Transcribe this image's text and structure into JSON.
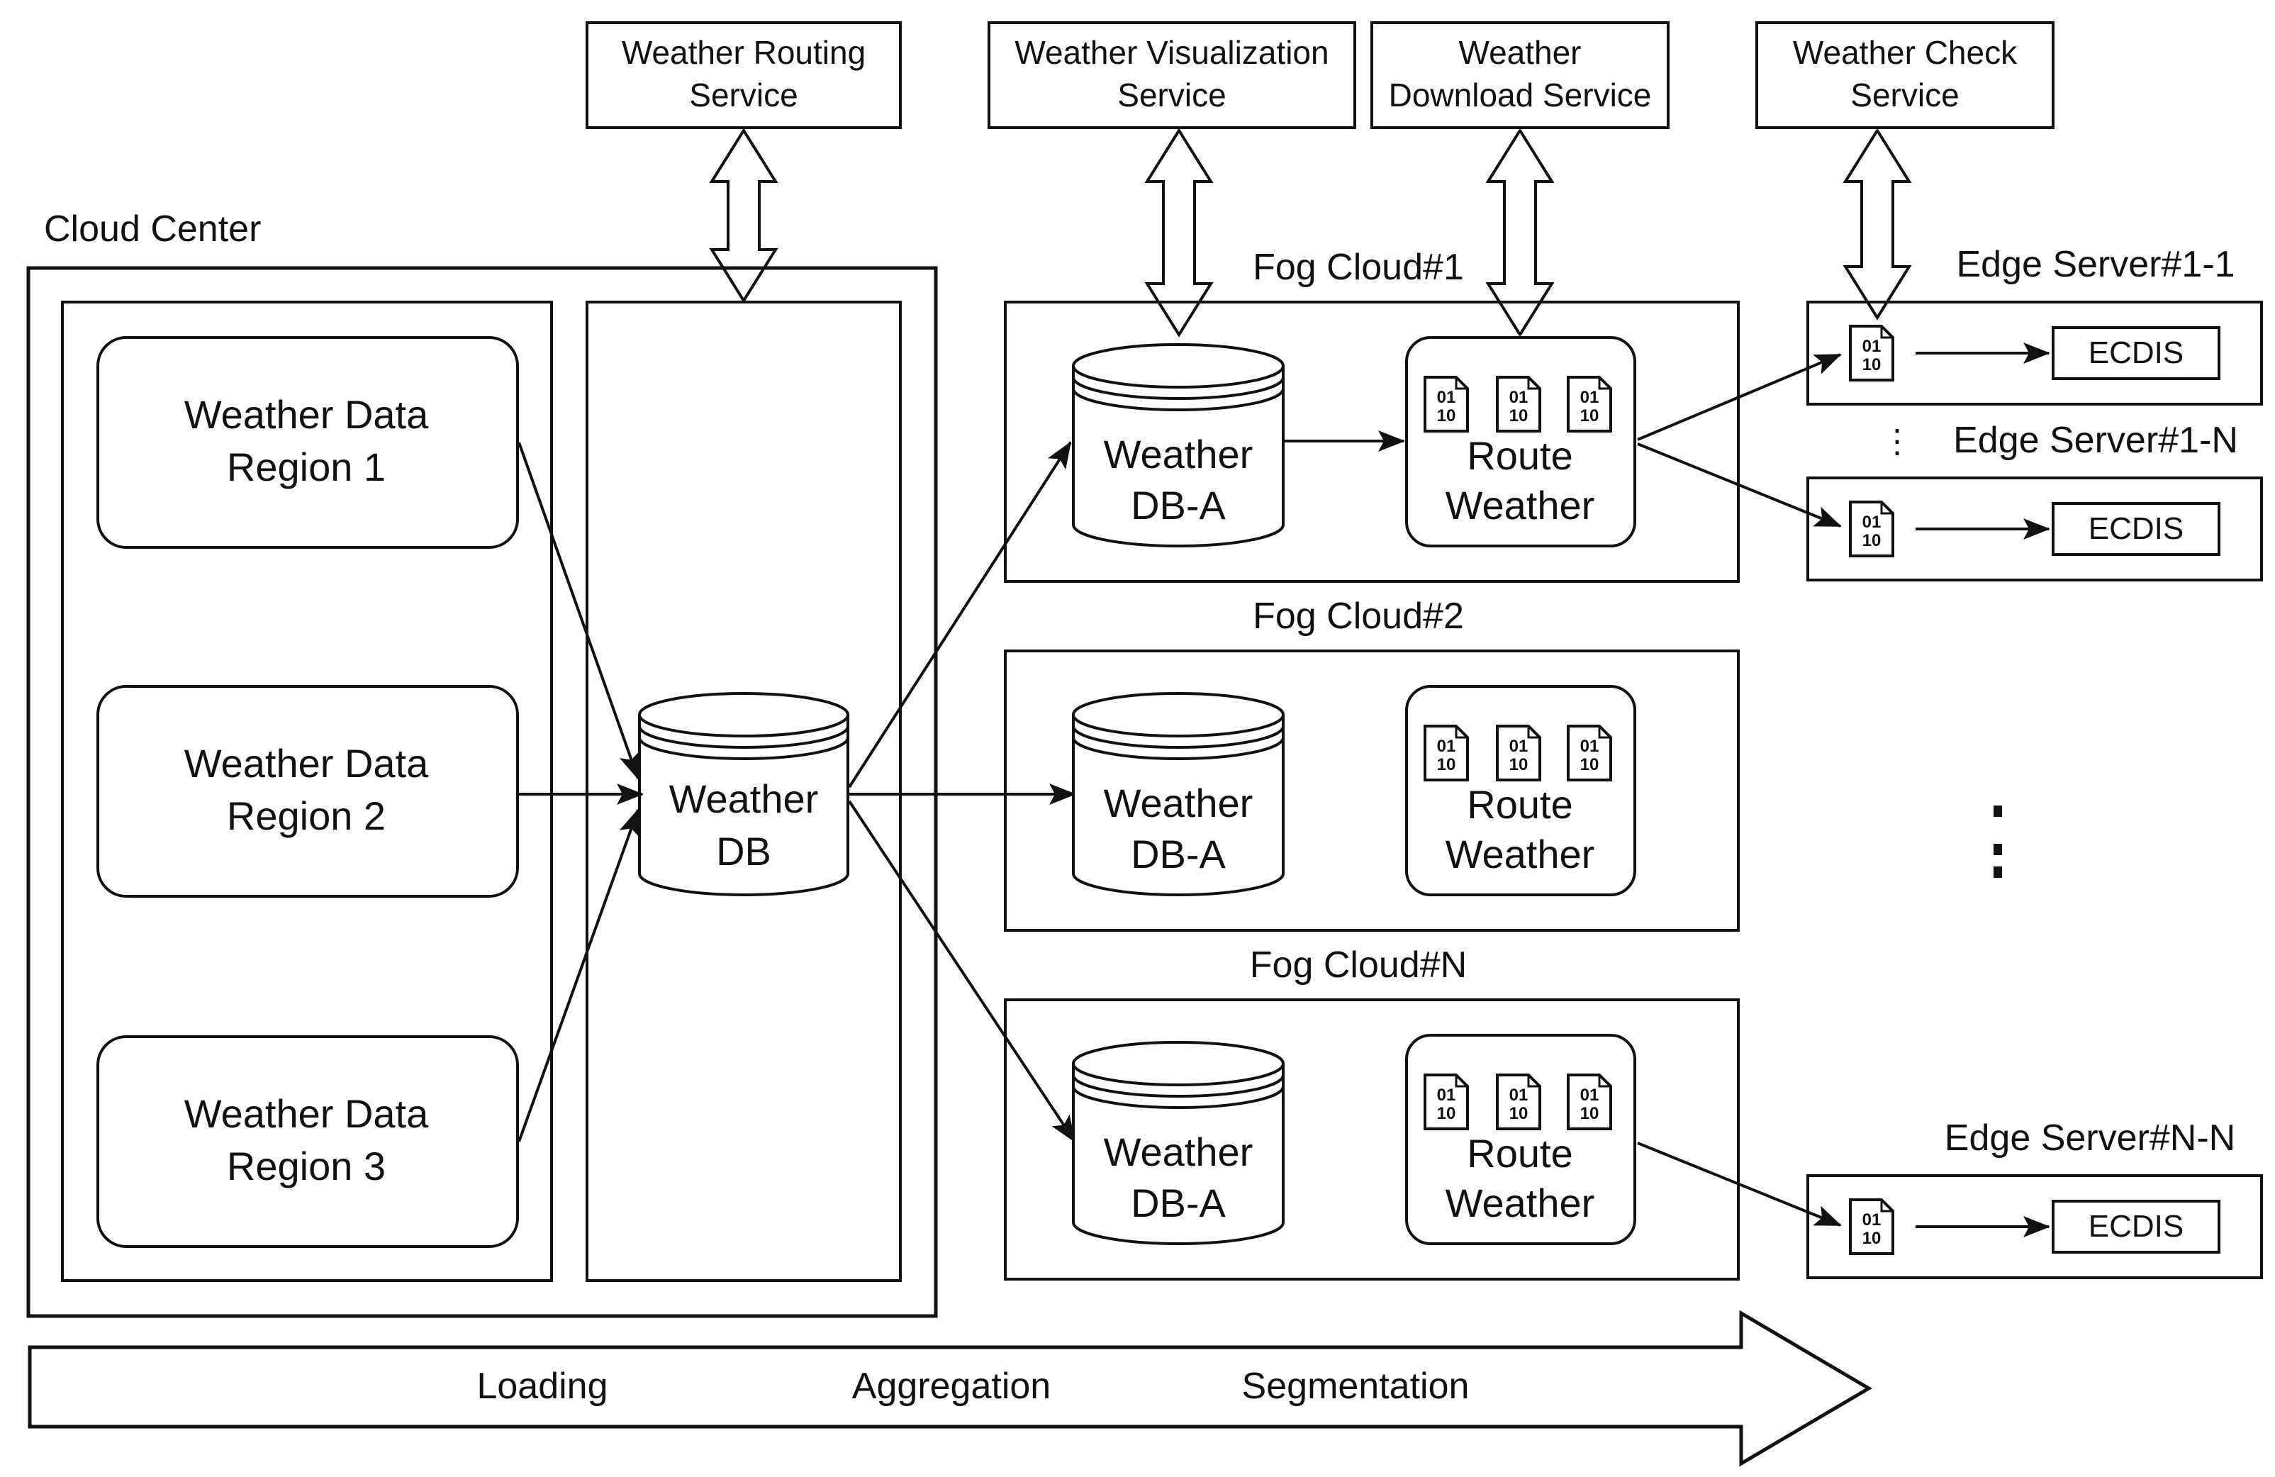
{
  "services": {
    "routing": [
      "Weather Routing",
      "Service"
    ],
    "visualization": [
      "Weather Visualization",
      "Service"
    ],
    "download": [
      "Weather",
      "Download Service"
    ],
    "check": [
      "Weather Check",
      "Service"
    ]
  },
  "cloud_center": {
    "title": "Cloud Center",
    "regions": [
      [
        "Weather Data",
        "Region 1"
      ],
      [
        "Weather Data",
        "Region 2"
      ],
      [
        "Weather Data",
        "Region 3"
      ]
    ],
    "db": [
      "Weather",
      "DB"
    ]
  },
  "fog_clouds": [
    {
      "title": "Fog Cloud#1",
      "db": [
        "Weather",
        "DB-A"
      ],
      "route": [
        "Route",
        "Weather"
      ]
    },
    {
      "title": "Fog Cloud#2",
      "db": [
        "Weather",
        "DB-A"
      ],
      "route": [
        "Route",
        "Weather"
      ]
    },
    {
      "title": "Fog Cloud#N",
      "db": [
        "Weather",
        "DB-A"
      ],
      "route": [
        "Route",
        "Weather"
      ]
    }
  ],
  "file_icon_glyph": [
    "01",
    "10"
  ],
  "edge_servers": [
    {
      "title": "Edge Server#1-1",
      "ecdis": "ECDIS"
    },
    {
      "title": "Edge Server#1-N",
      "ecdis": "ECDIS"
    },
    {
      "title": "Edge Server#N-N",
      "ecdis": "ECDIS"
    }
  ],
  "edge_ellipsis": "⋮",
  "process_stages": [
    "Loading",
    "Aggregation",
    "Segmentation"
  ]
}
